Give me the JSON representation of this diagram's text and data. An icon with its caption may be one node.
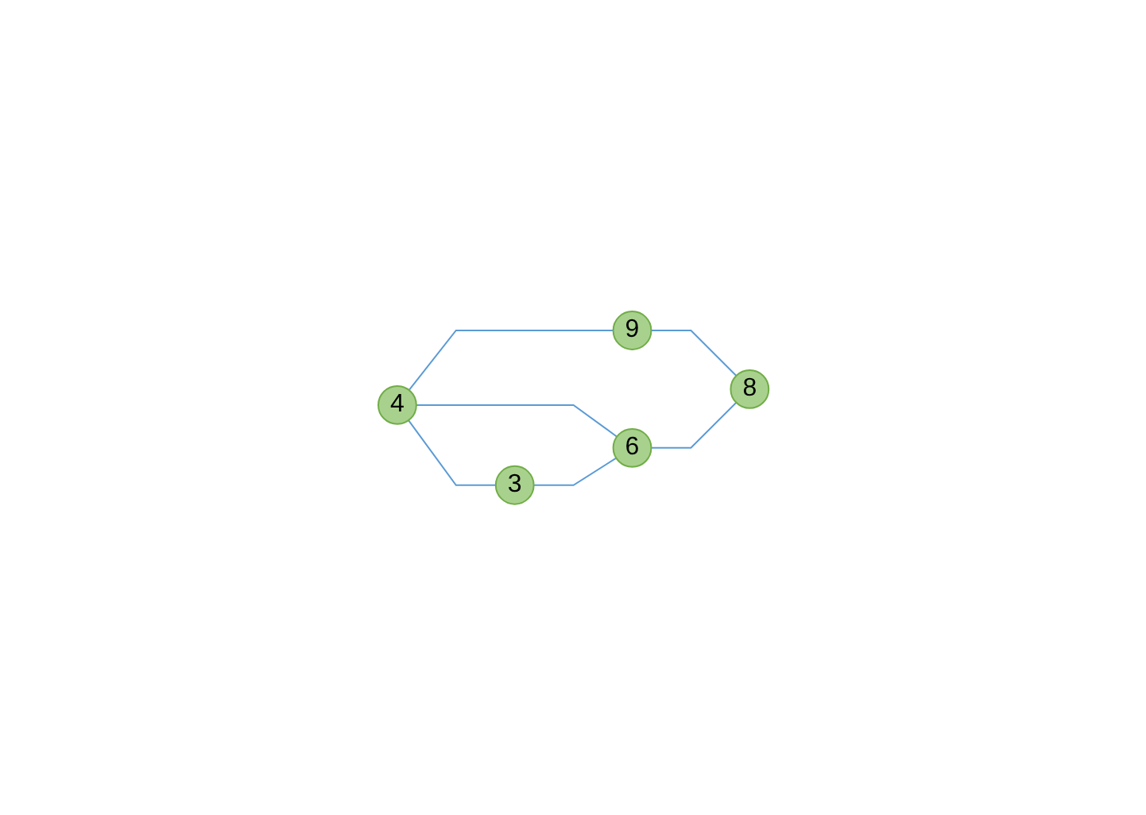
{
  "diagram": {
    "nodes": [
      {
        "text": [
          "4"
        ]
      },
      {
        "text": [
          "9"
        ]
      },
      {
        "text": [
          "3"
        ]
      },
      {
        "text": [
          "8"
        ]
      },
      {
        "text": [
          "6"
        ]
      }
    ],
    "edges": [
      {
        "from": 0,
        "to": 1,
        "arrow": "none"
      },
      {
        "from": 0,
        "to": 2,
        "arrow": "none"
      },
      {
        "from": 0,
        "to": 4,
        "arrow": "none"
      },
      {
        "from": 1,
        "to": 3,
        "arrow": "none"
      },
      {
        "from": 2,
        "to": 4,
        "arrow": "none"
      },
      {
        "from": 4,
        "to": 3,
        "arrow": "none"
      }
    ]
  }
}
